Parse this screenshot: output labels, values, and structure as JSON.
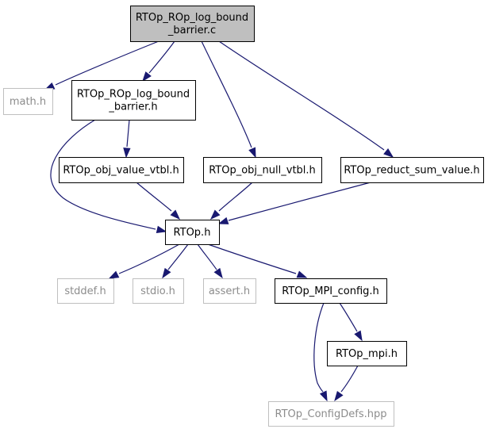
{
  "graph": {
    "nodes": [
      {
        "id": "root",
        "lines": [
          "RTOp_ROp_log_bound",
          "_barrier.c"
        ],
        "style": "root"
      },
      {
        "id": "math",
        "lines": [
          "math.h"
        ],
        "style": "external"
      },
      {
        "id": "rop_h",
        "lines": [
          "RTOp_ROp_log_bound",
          "_barrier.h"
        ],
        "style": "normal"
      },
      {
        "id": "value_vtbl",
        "lines": [
          "RTOp_obj_value_vtbl.h"
        ],
        "style": "normal"
      },
      {
        "id": "null_vtbl",
        "lines": [
          "RTOp_obj_null_vtbl.h"
        ],
        "style": "normal"
      },
      {
        "id": "reduct_sum",
        "lines": [
          "RTOp_reduct_sum_value.h"
        ],
        "style": "normal"
      },
      {
        "id": "rtop",
        "lines": [
          "RTOp.h"
        ],
        "style": "normal"
      },
      {
        "id": "stddef",
        "lines": [
          "stddef.h"
        ],
        "style": "external"
      },
      {
        "id": "stdio",
        "lines": [
          "stdio.h"
        ],
        "style": "external"
      },
      {
        "id": "assert",
        "lines": [
          "assert.h"
        ],
        "style": "external"
      },
      {
        "id": "mpi_config",
        "lines": [
          "RTOp_MPI_config.h"
        ],
        "style": "normal"
      },
      {
        "id": "mpi",
        "lines": [
          "RTOp_mpi.h"
        ],
        "style": "normal"
      },
      {
        "id": "configdefs",
        "lines": [
          "RTOp_ConfigDefs.hpp"
        ],
        "style": "external"
      }
    ],
    "edges": [
      {
        "from": "root",
        "to": "math"
      },
      {
        "from": "root",
        "to": "rop_h"
      },
      {
        "from": "root",
        "to": "null_vtbl"
      },
      {
        "from": "root",
        "to": "reduct_sum"
      },
      {
        "from": "rop_h",
        "to": "value_vtbl"
      },
      {
        "from": "rop_h",
        "to": "rtop"
      },
      {
        "from": "value_vtbl",
        "to": "rtop"
      },
      {
        "from": "null_vtbl",
        "to": "rtop"
      },
      {
        "from": "reduct_sum",
        "to": "rtop"
      },
      {
        "from": "rtop",
        "to": "stddef"
      },
      {
        "from": "rtop",
        "to": "stdio"
      },
      {
        "from": "rtop",
        "to": "assert"
      },
      {
        "from": "rtop",
        "to": "mpi_config"
      },
      {
        "from": "mpi_config",
        "to": "mpi"
      },
      {
        "from": "mpi_config",
        "to": "configdefs"
      },
      {
        "from": "mpi",
        "to": "configdefs"
      }
    ],
    "colors": {
      "edge": "#191970",
      "root_fill": "#bfbfbf",
      "external_border": "#bfbfbf",
      "external_text": "#8c8c8c",
      "border": "#000000"
    }
  }
}
